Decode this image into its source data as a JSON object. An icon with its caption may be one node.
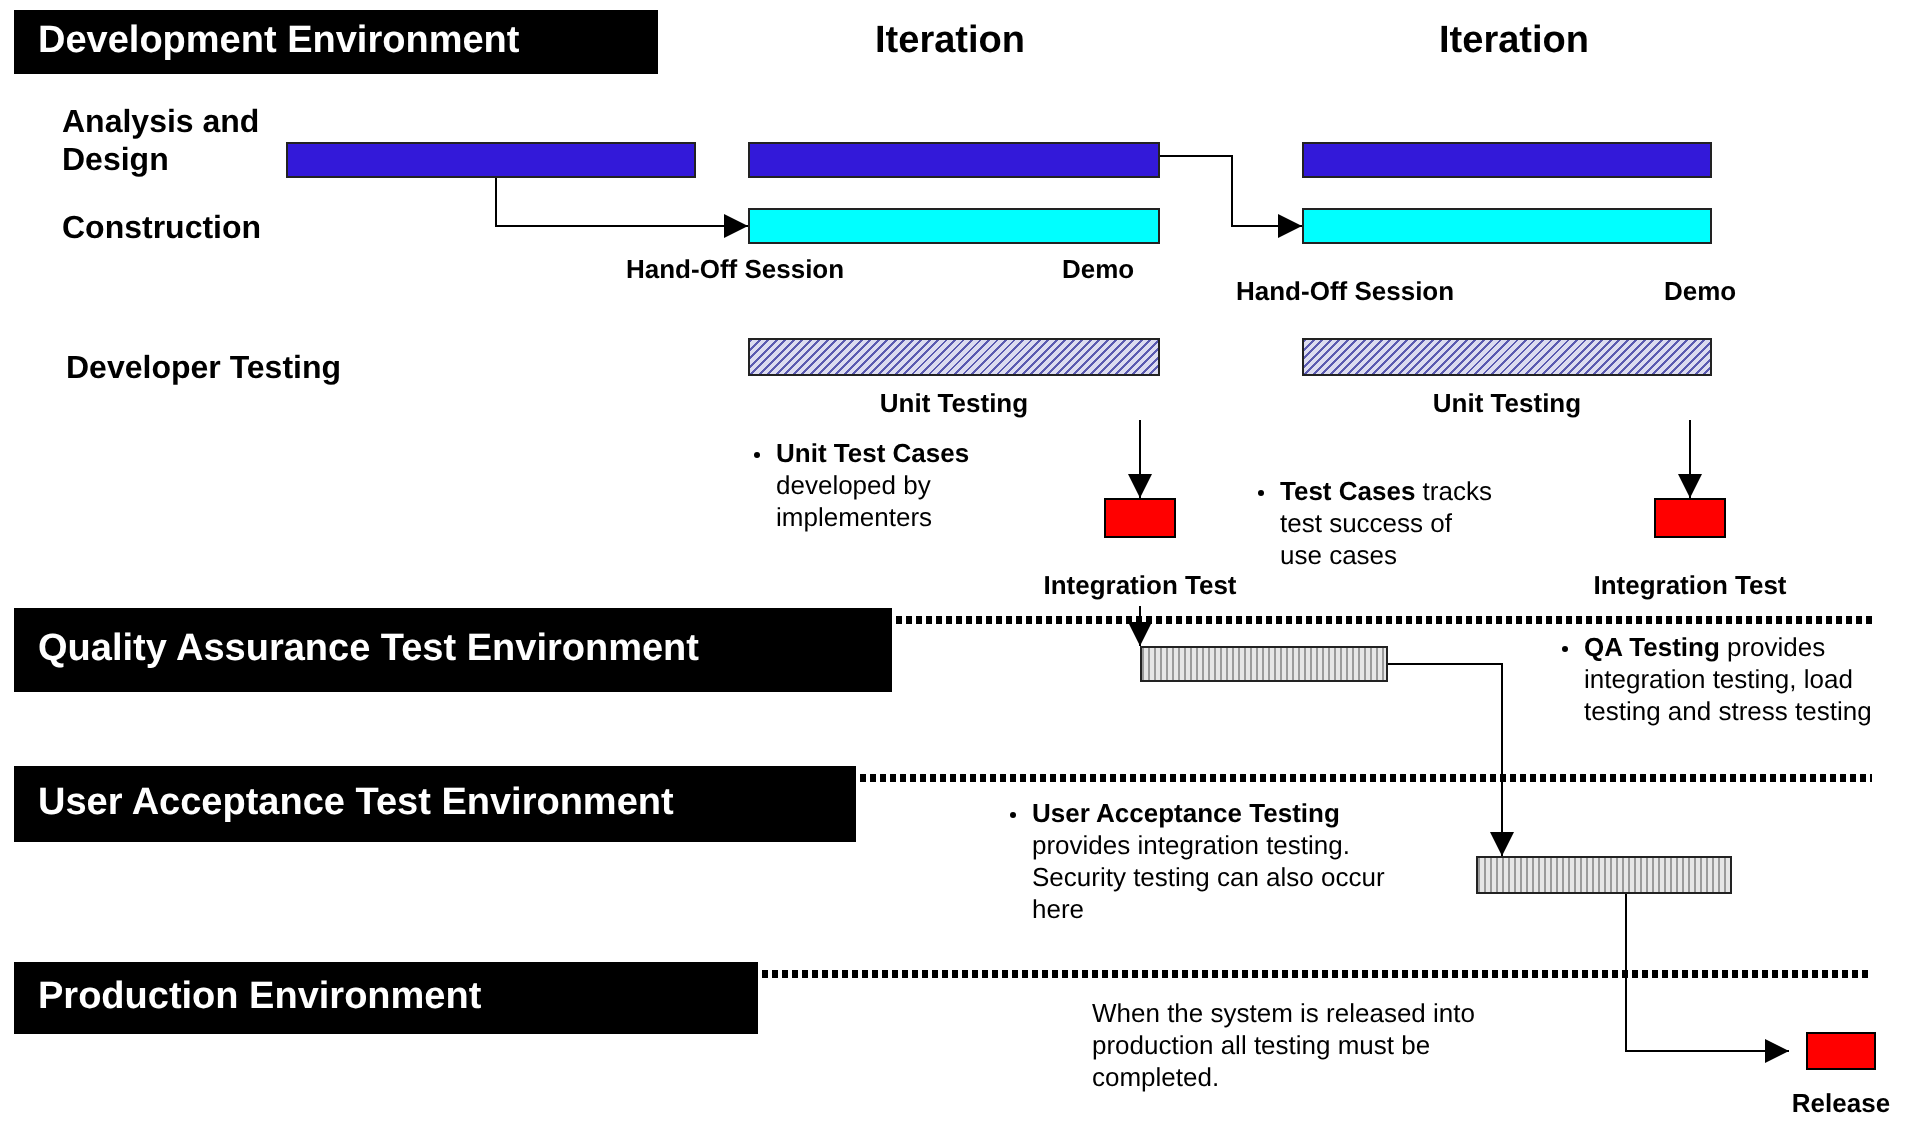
{
  "diagram": {
    "nodes": [
      {
        "text": [
          "Development Environment"
        ]
      },
      {
        "text": [
          "Quality Assurance Test Environment"
        ]
      },
      {
        "text": [
          "User Acceptance Test Environment"
        ]
      },
      {
        "text": [
          "Production Environment"
        ]
      },
      {
        "text": [],
        "shape": "bar"
      },
      {
        "text": [],
        "shape": "bar"
      },
      {
        "text": [],
        "shape": "bar"
      },
      {
        "text": [],
        "shape": "bar"
      },
      {
        "text": [],
        "shape": "bar"
      },
      {
        "text": [],
        "shape": "bar",
        "beside": [
          "Unit Testing"
        ]
      },
      {
        "text": [],
        "shape": "bar",
        "beside": [
          "Unit Testing"
        ]
      },
      {
        "text": [],
        "shape": "box",
        "beside": [
          "Integration Test"
        ]
      },
      {
        "text": [],
        "shape": "box",
        "beside": [
          "Integration Test"
        ]
      },
      {
        "text": [],
        "shape": "bar"
      },
      {
        "text": [],
        "shape": "bar"
      },
      {
        "text": [],
        "shape": "box",
        "beside": [
          "Release"
        ]
      }
    ],
    "edges": [
      {
        "from": 4,
        "to": 7,
        "arrow": "to"
      },
      {
        "from": 5,
        "to": 8,
        "arrow": "to"
      },
      {
        "from": 9,
        "to": 11,
        "arrow": "to"
      },
      {
        "from": 10,
        "to": 12,
        "arrow": "to"
      },
      {
        "from": 11,
        "to": 13,
        "arrow": "to"
      },
      {
        "from": 13,
        "to": 14,
        "arrow": "to"
      },
      {
        "from": 14,
        "to": 15,
        "arrow": "to"
      }
    ],
    "labels": [
      "Iteration",
      "Iteration",
      "Analysis and Design",
      "Construction",
      "Hand-Off Session",
      "Demo",
      "Hand-Off Session",
      "Demo",
      "Developer Testing",
      "**Unit Test Cases** developed by implementers",
      "**Test Cases** tracks test success of use cases",
      "**QA Testing** provides integration testing, load testing and stress testing",
      "**User Acceptance Testing** provides integration testing. Security testing can also occur here",
      "When the system is released into production all testing must be completed."
    ]
  }
}
